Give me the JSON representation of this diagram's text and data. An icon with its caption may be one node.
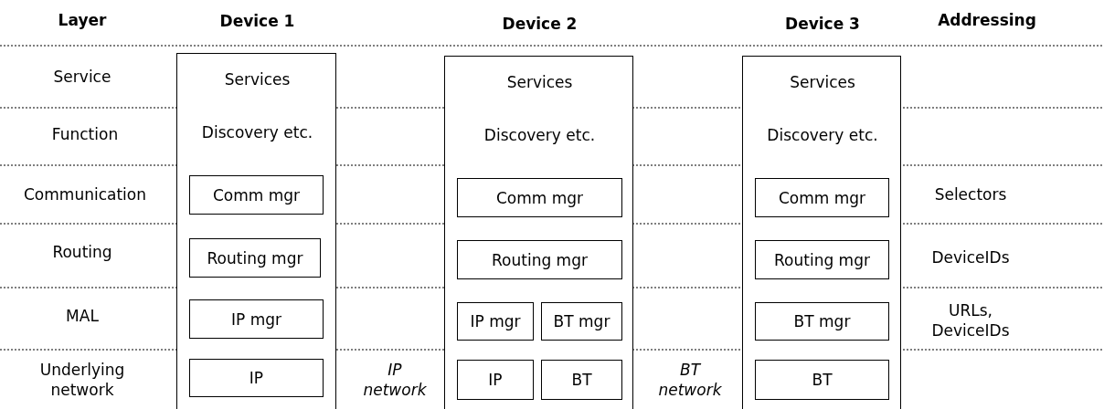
{
  "diagram": {
    "nodes": [
      {
        "text": [
          "Device 1",
          "Services",
          "Discovery etc."
        ]
      },
      {
        "text": [
          "Comm mgr"
        ],
        "in": 0
      },
      {
        "text": [
          "Routing mgr"
        ],
        "in": 0
      },
      {
        "text": [
          "IP mgr"
        ],
        "in": 0
      },
      {
        "text": [
          "IP"
        ],
        "in": 0
      },
      {
        "text": [
          "Device 2",
          "Services",
          "Discovery etc."
        ]
      },
      {
        "text": [
          "Comm mgr"
        ],
        "in": 5
      },
      {
        "text": [
          "Routing mgr"
        ],
        "in": 5
      },
      {
        "text": [
          "IP mgr"
        ],
        "in": 5
      },
      {
        "text": [
          "BT mgr"
        ],
        "in": 5
      },
      {
        "text": [
          "IP"
        ],
        "in": 5
      },
      {
        "text": [
          "BT"
        ],
        "in": 5
      },
      {
        "text": [
          "Device 3",
          "Services",
          "Discovery etc."
        ]
      },
      {
        "text": [
          "Comm mgr"
        ],
        "in": 12
      },
      {
        "text": [
          "Routing mgr"
        ],
        "in": 12
      },
      {
        "text": [
          "BT mgr"
        ],
        "in": 12
      },
      {
        "text": [
          "BT"
        ],
        "in": 12
      }
    ],
    "labels": [
      "Layer",
      "Addressing",
      "Service",
      "Function",
      "Communication",
      "Selectors",
      "Routing",
      "DeviceIDs",
      "MAL",
      "URLs, DeviceIDs",
      "Underlying network",
      "IP network",
      "BT network"
    ]
  }
}
